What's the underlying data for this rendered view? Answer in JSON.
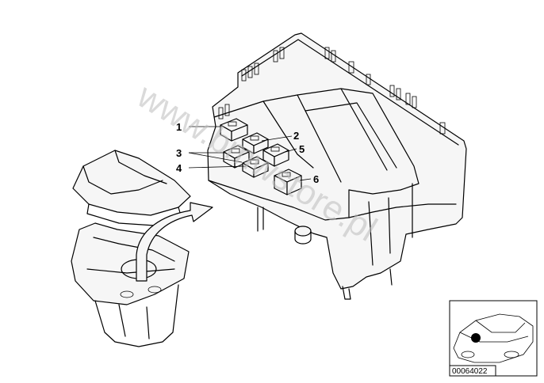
{
  "diagram": {
    "callouts": [
      "1",
      "2",
      "3",
      "5",
      "4",
      "6"
    ],
    "watermark": "www.bmwstore.pl",
    "reference_code": "00064022"
  }
}
